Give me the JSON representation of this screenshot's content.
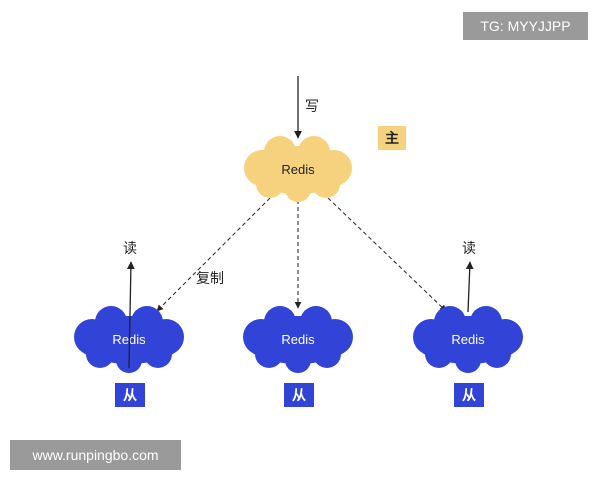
{
  "watermarks": {
    "top": "TG: MYYJJPP",
    "bottom": "www.runpingbo.com"
  },
  "master": {
    "label": "Redis",
    "role": "主",
    "color": "#f7d27e"
  },
  "slaves": [
    {
      "label": "Redis",
      "role": "从"
    },
    {
      "label": "Redis",
      "role": "从"
    },
    {
      "label": "Redis",
      "role": "从"
    }
  ],
  "slave_color": "#3243d8",
  "edges": {
    "write": "写",
    "read_left": "读",
    "read_right": "读",
    "replicate": "复制"
  }
}
